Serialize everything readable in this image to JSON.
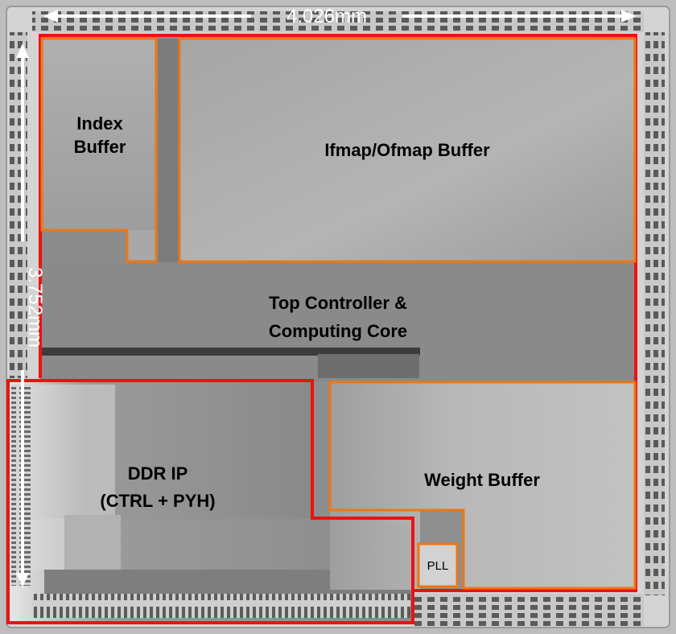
{
  "dimensions": {
    "width_label": "4.026mm",
    "height_label": "3.752mm"
  },
  "blocks": {
    "index_buffer": {
      "line1": "Index",
      "line2": "Buffer"
    },
    "ifmap_ofmap_buffer": {
      "label": "Ifmap/Ofmap Buffer"
    },
    "top_controller": {
      "line1": "Top Controller &",
      "line2": "Computing Core"
    },
    "ddr_ip": {
      "line1": "DDR IP",
      "line2": "(CTRL + PYH)"
    },
    "weight_buffer": {
      "label": "Weight Buffer"
    },
    "pll": {
      "label": "PLL"
    }
  },
  "colors": {
    "outline_red": "#ee1111",
    "outline_orange": "#ee7711",
    "die_background": "#8e8e8e",
    "arrow": "#ffffff"
  }
}
